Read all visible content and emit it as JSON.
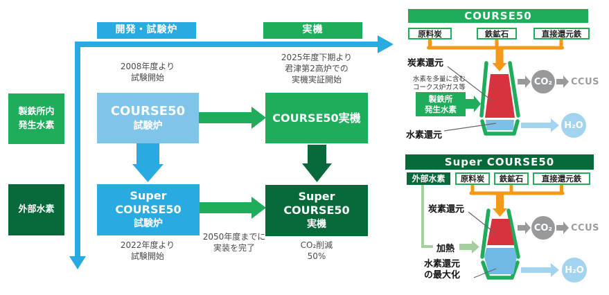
{
  "colors": {
    "timeline_blue": "#29abe2",
    "light_blue_box": "#7fc5e9",
    "green": "#1fac5b",
    "dark_green": "#07693a",
    "orange": "#f39819",
    "furnace_red": "#d6333f",
    "furnace_blue": "#7cc0e7",
    "pale_blue": "#a3d4ef",
    "gray": "#97999b",
    "light_green": "#a5cf9f"
  },
  "flowchart": {
    "stage_dev": "開発・試験炉",
    "stage_jikki": "実機",
    "source_internal": {
      "line1": "製鉄所内",
      "line2": "発生水素"
    },
    "source_external": "外部水素",
    "course50_pilot": {
      "line1": "COURSE50",
      "line2": "試験炉"
    },
    "course50_jikki": "COURSE50実機",
    "super_pilot": {
      "line1": "Super COURSE50",
      "line2": "試験炉"
    },
    "super_jikki": {
      "line1": "Super COURSE50",
      "line2": "実機"
    },
    "note_2008": {
      "line1": "2008年度より",
      "line2": "試験開始"
    },
    "note_2025": {
      "line1": "2025年度下期より",
      "line2": "君津第2高炉での",
      "line3": "実機実証開始"
    },
    "note_2022": {
      "line1": "2022年度より",
      "line2": "試験開始"
    },
    "note_2050": {
      "line1": "2050年度までに",
      "line2": "実装を完了"
    },
    "note_co2": {
      "line1": "CO₂削減",
      "line2": "50%"
    }
  },
  "course50_diagram": {
    "title": "COURSE50",
    "inputs": [
      "原料炭",
      "鉄鉱石",
      "直接還元鉄"
    ],
    "carbon_label": "炭素還元",
    "gas_note": {
      "line1": "水素を多量に含む",
      "line2": "コークス炉ガス等"
    },
    "hydrogen_source": {
      "line1": "製鉄所",
      "line2": "発生水素"
    },
    "hydrogen_label": "水素還元",
    "co2": "CO₂",
    "ccus": "CCUS",
    "h2o": "H₂O"
  },
  "super_diagram": {
    "title": "Super COURSE50",
    "external_hydrogen": "外部水素",
    "inputs": [
      "原料炭",
      "鉄鉱石",
      "直接還元鉄"
    ],
    "carbon_label": "炭素還元",
    "heating_label": "加熱",
    "hydrogen_max_label": {
      "line1": "水素還元",
      "line2": "の最大化"
    },
    "co2": "CO₂",
    "ccus": "CCUS",
    "h2o": "H₂O"
  }
}
